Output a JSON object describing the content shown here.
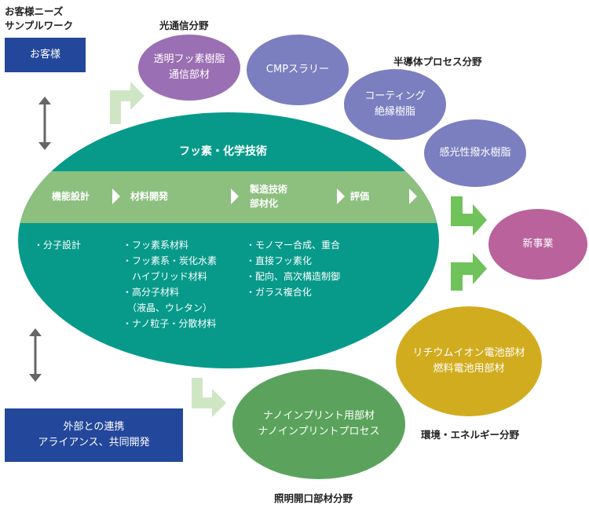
{
  "customer_needs": {
    "label_line1": "お客様ニーズ",
    "label_line2": "サンプルワーク"
  },
  "customer_box": {
    "label": "お客様"
  },
  "partner_box": {
    "line1": "外部との連携",
    "line2": "アライアンス、共同開発"
  },
  "core": {
    "title": "フッ素・化学技術",
    "stages": [
      {
        "line1": "機能設計",
        "line2": ""
      },
      {
        "line1": "材料開発",
        "line2": ""
      },
      {
        "line1": "製造技術",
        "line2": "部材化"
      },
      {
        "line1": "評価",
        "line2": ""
      }
    ],
    "columns": [
      {
        "items": [
          "・分子設計"
        ]
      },
      {
        "items": [
          "・フッ素系材料",
          "・フッ素系・炭化水素",
          "　ハイブリッド材料",
          "・高分子材料",
          "　（液晶、ウレタン）",
          "・ナノ粒子・分散材料"
        ]
      },
      {
        "items": [
          "・モノマー合成、重合",
          "・直接フッ素化",
          "・配向、高次構造制御",
          "・ガラス複合化"
        ]
      }
    ]
  },
  "fields": {
    "optical": "光通信分野",
    "semiconductor": "半導体プロセス分野",
    "energy": "環境・エネルギー分野",
    "lighting": "照明開口部材分野"
  },
  "bubbles": {
    "optical_material": {
      "line1": "透明フッ素樹脂",
      "line2": "通信部材",
      "color": "#9b6fb3"
    },
    "cmp": {
      "line1": "CMPスラリー",
      "color": "#7b7fbf"
    },
    "coating": {
      "line1": "コーティング",
      "line2": "絶縁樹脂",
      "color": "#7b7fbf"
    },
    "photoresist": {
      "line1": "感光性撥水樹脂",
      "color": "#7b7fbf"
    },
    "new_business": {
      "line1": "新事業",
      "color": "#b9629c"
    },
    "battery": {
      "line1": "リチウムイオン電池部材",
      "line2": "燃料電池用部材",
      "color": "#d2ac1f"
    },
    "nanoimprint": {
      "line1": "ナノインプリント用部材",
      "line2": "ナノインプリントプロセス",
      "color": "#5ba35c"
    }
  },
  "colors": {
    "teal": "#079a8a",
    "band": "#8dbf7f",
    "navy": "#23479a",
    "green_arrow": "#70c25a",
    "pale_arrow": "#cfe6c5",
    "double_arrow": "#666666"
  }
}
